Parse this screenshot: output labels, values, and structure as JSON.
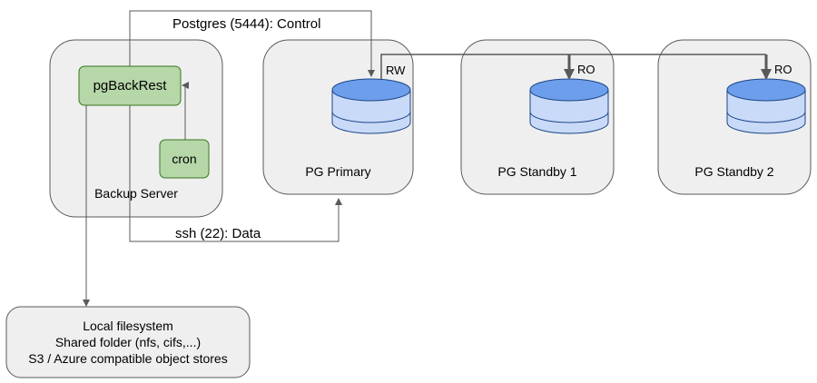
{
  "control_connection": {
    "label": "Postgres (5444): Control"
  },
  "data_connection": {
    "label": "ssh (22): Data"
  },
  "backup_server": {
    "label": "Backup Server",
    "pgbackrest_label": "pgBackRest",
    "cron_label": "cron"
  },
  "primary": {
    "label": "PG Primary",
    "access_label": "RW"
  },
  "standby_1": {
    "label": "PG Standby 1",
    "access_label": "RO"
  },
  "standby_2": {
    "label": "PG Standby 2",
    "access_label": "RO"
  },
  "repository": {
    "lines": [
      "Local filesystem",
      "Shared folder (nfs, cifs,...)",
      "S3 / Azure compatible object stores"
    ]
  },
  "colors": {
    "container_fill": "#efefef",
    "container_stroke": "#595959",
    "process_fill": "#b6d7a8",
    "process_stroke": "#38761d",
    "db_fill": "#6d9eeb",
    "db_body": "#c9daf8",
    "db_stroke": "#1c4587",
    "line": "#595959"
  },
  "icons": {
    "database": "database-cylinder-icon",
    "arrow": "arrowhead-icon"
  }
}
